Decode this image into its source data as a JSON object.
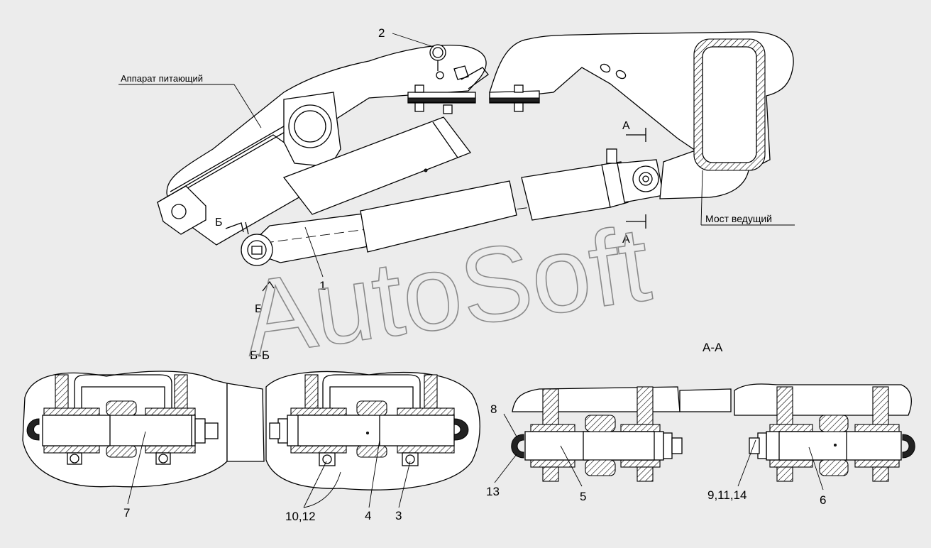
{
  "labels": {
    "feeder": "Аппарат питающий",
    "axle": "Мост ведущий",
    "section_bb": "Б-Б",
    "section_aa": "А-А",
    "mark_b": "Б",
    "mark_a": "А"
  },
  "watermark": "AutoSoft",
  "callouts": {
    "c1": "1",
    "c2": "2",
    "c3": "3",
    "c4": "4",
    "c5": "5",
    "c6": "6",
    "c7": "7",
    "c8": "8",
    "c13": "13",
    "c10_12": "10,12",
    "c9_11_14": "9,11,14"
  }
}
